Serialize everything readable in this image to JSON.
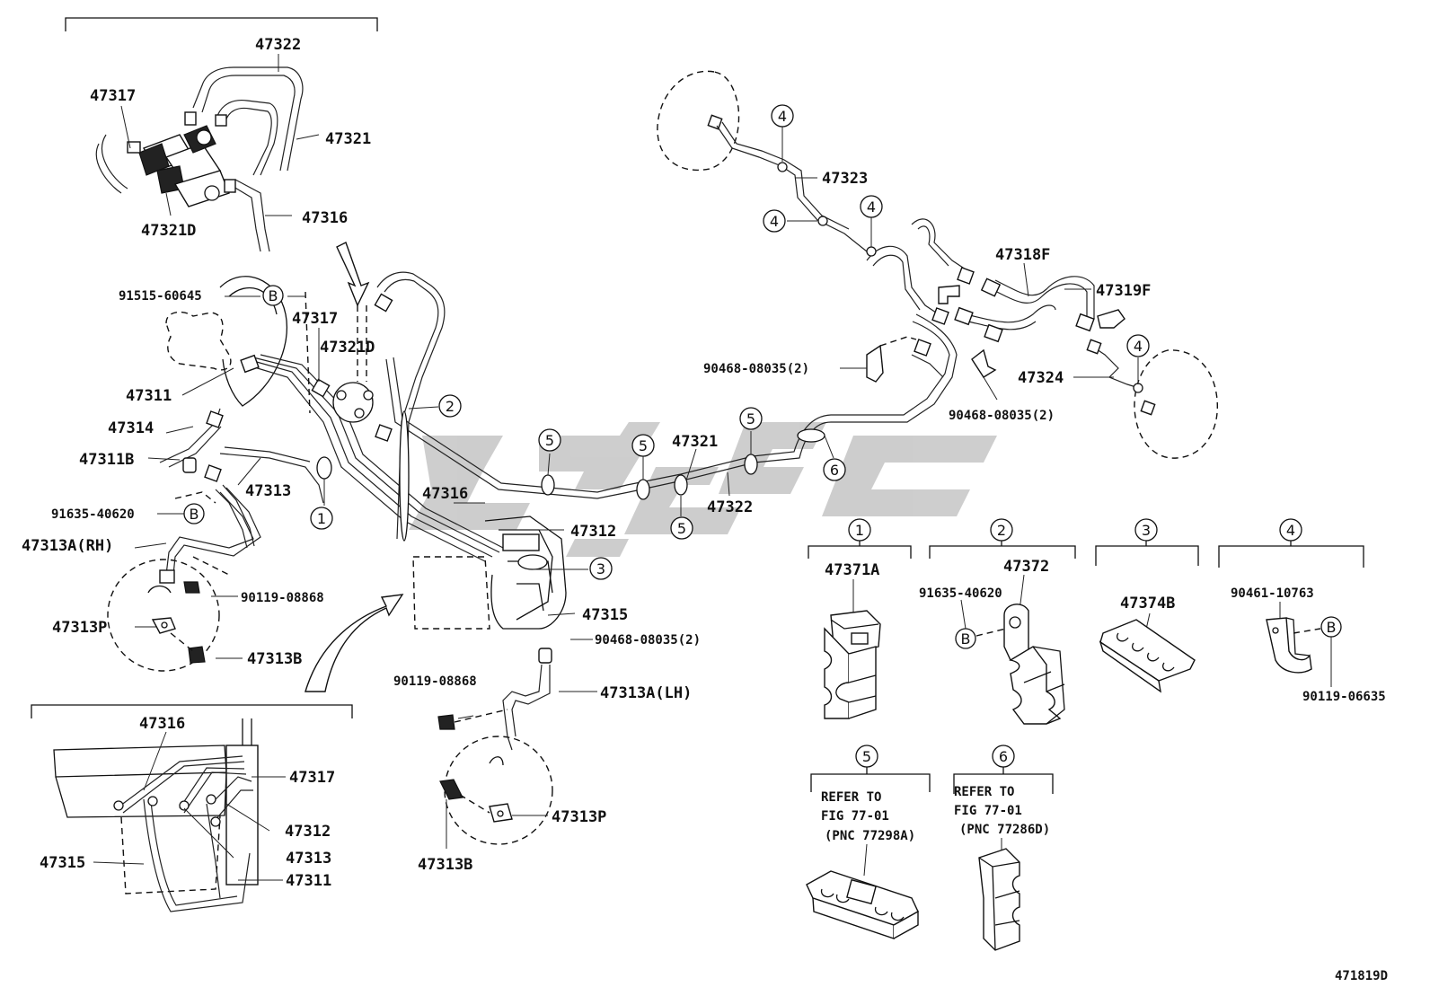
{
  "diagram_id": "471819D",
  "watermark": "",
  "labels": {
    "p47322_top": "47322",
    "p47317_top": "47317",
    "p47321_top": "47321",
    "p47316_top": "47316",
    "p47321D_top": "47321D",
    "p91515": "91515-60645",
    "p47317_mid": "47317",
    "p47321D_mid": "47321D",
    "p47311": "47311",
    "p47314": "47314",
    "p47311B": "47311B",
    "p47313": "47313",
    "p91635_left": "91635-40620",
    "p47313A_RH": "47313A(RH)",
    "p90119_left": "90119-08868",
    "p47313P_left": "47313P",
    "p47313B_left": "47313B",
    "p47316_mid": "47316",
    "p47312": "47312",
    "p47315": "47315",
    "p90468_mid": "90468-08035(2)",
    "p90119_mid": "90119-08868",
    "p47313A_LH": "47313A(LH)",
    "p47313P_right": "47313P",
    "p47313B_right": "47313B",
    "p47321_mid": "47321",
    "p47322_mid": "47322",
    "p47323": "47323",
    "p47318F": "47318F",
    "p47319F": "47319F",
    "p47324": "47324",
    "p90468_upper": "90468-08035(2)",
    "p90468_right": "90468-08035(2)",
    "p47316_inset": "47316",
    "p47317_inset": "47317",
    "p47312_inset": "47312",
    "p47313_inset": "47313",
    "p47315_inset": "47315",
    "p47311_inset": "47311"
  },
  "callouts": {
    "c1": "1",
    "c2": "2",
    "c3": "3",
    "c4": "4",
    "c5": "5",
    "c6": "6",
    "b": "B"
  },
  "legend": {
    "g1": {
      "num": "1",
      "part": "47371A"
    },
    "g2": {
      "num": "2",
      "part": "47372",
      "sub": "91635-40620",
      "ref": "B"
    },
    "g3": {
      "num": "3",
      "part": "47374B"
    },
    "g4": {
      "num": "4",
      "part": "90461-10763",
      "sub": "90119-06635",
      "ref": "B"
    },
    "g5": {
      "num": "5",
      "line1": "REFER TO",
      "line2": "FIG 77-01",
      "line3": "(PNC 77298A)"
    },
    "g6": {
      "num": "6",
      "line1": "REFER TO",
      "line2": "FIG 77-01",
      "line3": "(PNC 77286D)"
    }
  }
}
